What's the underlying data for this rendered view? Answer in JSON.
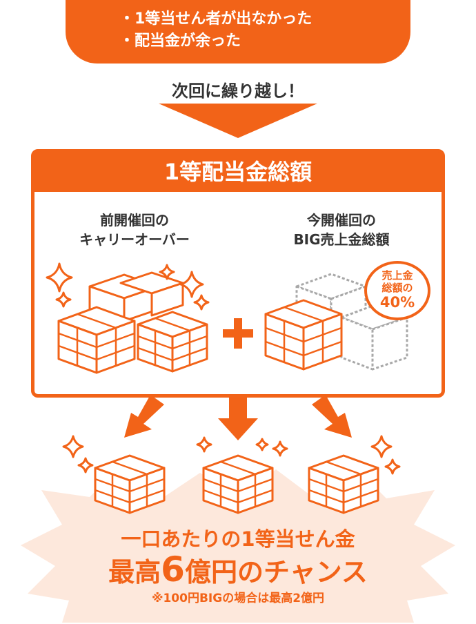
{
  "conditions": [
    "・1等当せん者が出なかった",
    "・配当金が余った"
  ],
  "carryover_text": "次回に繰り越し！",
  "pool": {
    "title": "1等配当金総額",
    "left_label": [
      "前開催回の",
      "キャリーオーバー"
    ],
    "right_label": [
      "今開催回の",
      "BIG売上金総額"
    ],
    "badge": {
      "line1": "売上金",
      "line2": "総額の",
      "percent": "40%"
    }
  },
  "result": {
    "line1": "一口あたりの1等当せん金",
    "line2_prefix": "最高",
    "line2_number": "6",
    "line2_suffix": "億円のチャンス",
    "note": "※100円BIGの場合は最高2億円"
  },
  "colors": {
    "accent": "#f26318",
    "gray_outline": "#a8a8a8",
    "burst": "#fde8dc"
  },
  "icons": [
    "sparkle-icon",
    "money-stack-icon",
    "plus-icon",
    "arrow-down-icon"
  ]
}
